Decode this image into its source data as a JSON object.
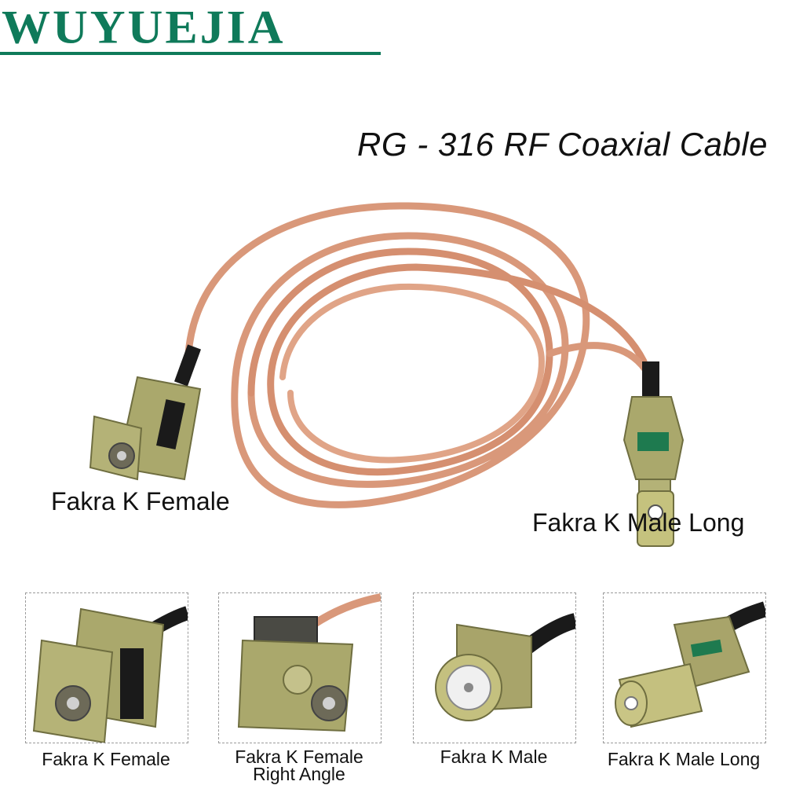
{
  "brand": {
    "name": "WUYUEJIA"
  },
  "title": "RG - 316 RF Coaxial Cable",
  "main": {
    "left_label": "Fakra K Female",
    "right_label": "Fakra K Male Long"
  },
  "thumbnails": [
    {
      "caption_line1": "Fakra K Female",
      "caption_line2": ""
    },
    {
      "caption_line1": "Fakra K Female",
      "caption_line2": "Right Angle"
    },
    {
      "caption_line1": "Fakra K Male",
      "caption_line2": ""
    },
    {
      "caption_line1": "Fakra K Male Long",
      "caption_line2": ""
    }
  ],
  "colors": {
    "brand": "#0f7a5a",
    "cable": "#d9987a",
    "connector": "#a9a76a",
    "connector_dark": "#8b8a52"
  }
}
